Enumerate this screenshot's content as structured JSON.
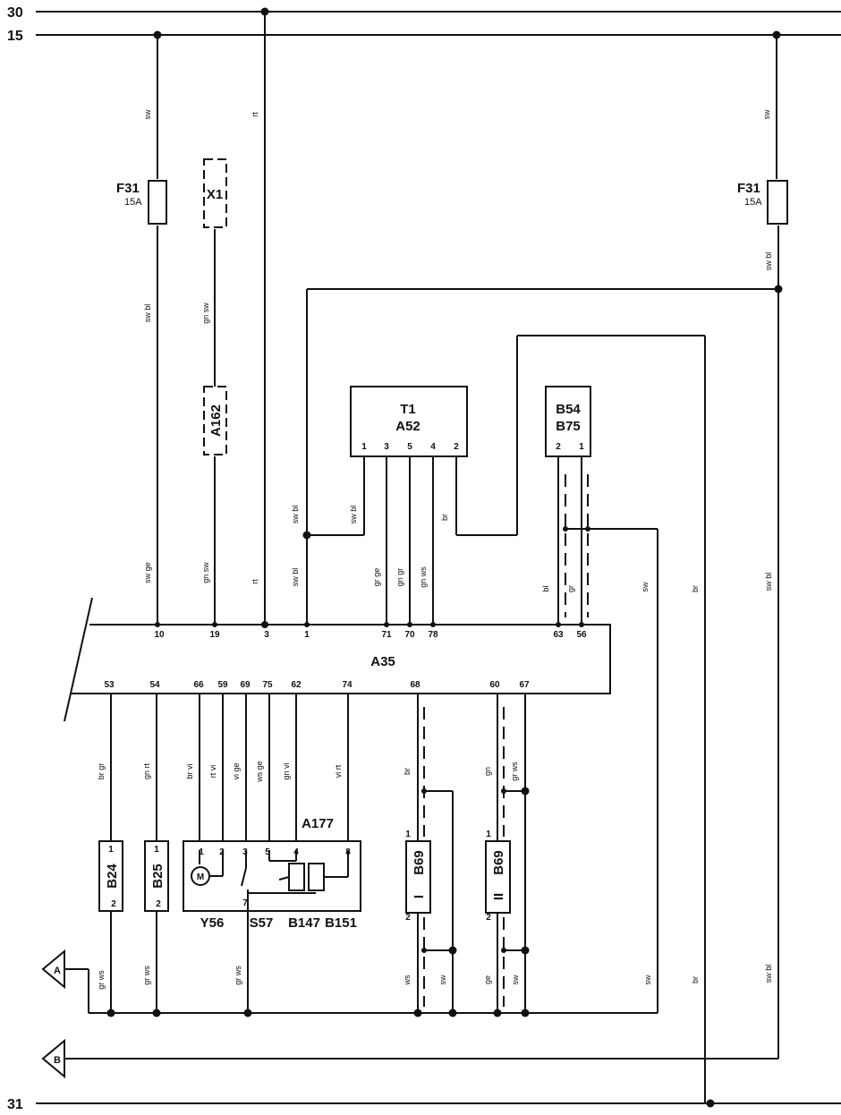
{
  "rails": {
    "r30": "30",
    "r15": "15",
    "r31": "31"
  },
  "fuse_left": {
    "name": "F31",
    "rating": "15A"
  },
  "fuse_right": {
    "name": "F31",
    "rating": "15A"
  },
  "connector_x1": "X1",
  "module_a162": "A162",
  "box_t1": {
    "line1": "T1",
    "line2": "A52",
    "pins": [
      "1",
      "3",
      "5",
      "4",
      "2"
    ]
  },
  "box_b54": {
    "line1": "B54",
    "line2": "B75",
    "pins": [
      "2",
      "1"
    ]
  },
  "ecu": {
    "name": "A35",
    "top_pins": [
      "10",
      "19",
      "3",
      "1",
      "71",
      "70",
      "78",
      "63",
      "56"
    ],
    "bottom_pins": [
      "53",
      "54",
      "66",
      "59",
      "69",
      "75",
      "62",
      "74",
      "68",
      "60",
      "67"
    ]
  },
  "a177": {
    "name": "A177",
    "pins": [
      "1",
      "2",
      "3",
      "5",
      "4",
      "8",
      "7"
    ],
    "sub_labels": [
      "Y56",
      "S57",
      "B147",
      "B151"
    ],
    "motor": "M"
  },
  "sensors": {
    "b24": {
      "name": "B24",
      "p1": "1",
      "p2": "2"
    },
    "b25": {
      "name": "B25",
      "p1": "1",
      "p2": "2"
    },
    "b69a": {
      "name": "B69",
      "mark": "I",
      "p1": "1",
      "p2": "2"
    },
    "b69b": {
      "name": "B69",
      "mark": "II",
      "p1": "1",
      "p2": "2"
    }
  },
  "connectors": {
    "a": "A",
    "b": "B"
  },
  "wires": {
    "sw": "sw",
    "sw_bl": "sw bl",
    "sw_ge": "sw ge",
    "gn_sw": "gn sw",
    "rt": "rt",
    "br": "br",
    "gr_ge": "gr ge",
    "gn_gr": "gn gr",
    "gn_ws": "gn ws",
    "bl": "bl",
    "gr": "gr",
    "br_gr": "br gr",
    "gn_rt": "gn rt",
    "br_vi": "br vi",
    "rt_vi": "rt vi",
    "vi_ge": "vi ge",
    "ws_ge": "ws ge",
    "gn_vi": "gn vi",
    "vi_rt": "vi rt",
    "gn": "gn",
    "gr_ws": "gr ws",
    "ws": "ws",
    "ge": "ge"
  }
}
